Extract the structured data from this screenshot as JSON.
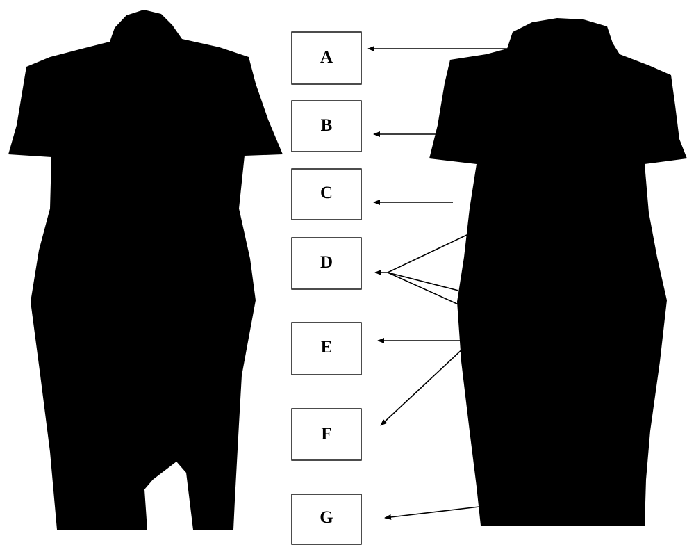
{
  "colors": {
    "silhouette": "#000000",
    "background": "#ffffff",
    "box_border": "#000000"
  },
  "labels": {
    "A": "A",
    "B": "B",
    "C": "C",
    "D": "D",
    "E": "E",
    "F": "F",
    "G": "G"
  }
}
